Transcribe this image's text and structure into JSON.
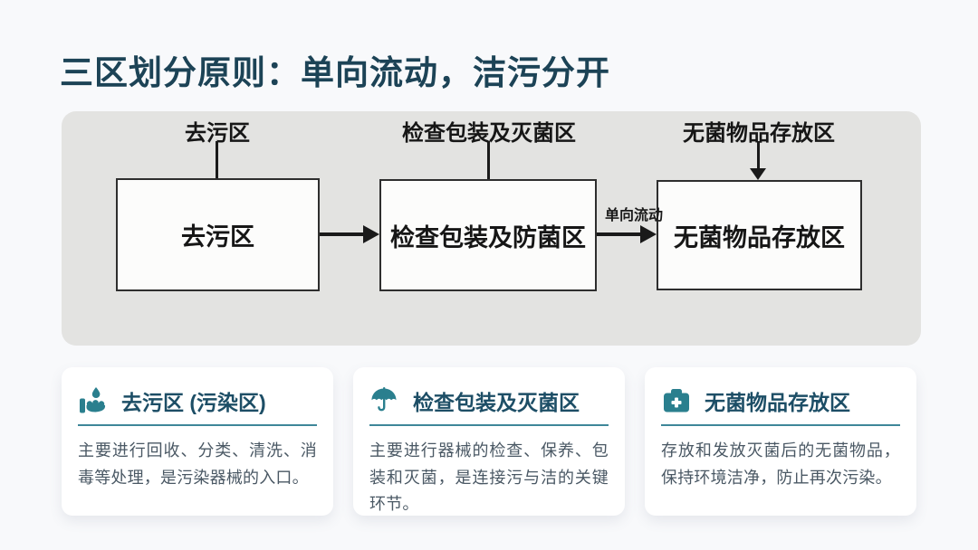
{
  "title": "三区划分原则：单向流动，洁污分开",
  "diagram": {
    "zones": [
      {
        "label": "去污区",
        "box": "去污区"
      },
      {
        "label": "检查包装及灭菌区",
        "box": "检查包装及防菌区"
      },
      {
        "label": "无菌物品存放区",
        "box": "无菌物品存放区"
      }
    ],
    "flow_label": "单向流动"
  },
  "cards": [
    {
      "icon": "handwash-icon",
      "title": "去污区 (污染区)",
      "body": "主要进行回收、分类、清洗、消毒等处理，是污染器械的入口。"
    },
    {
      "icon": "umbrella-icon",
      "title": "检查包装及灭菌区",
      "body": "主要进行器械的检查、保养、包装和灭菌，是连接污与洁的关键环节。"
    },
    {
      "icon": "firstaid-icon",
      "title": "无菌物品存放区",
      "body": "存放和发放灭菌后的无菌物品，保持环境洁净，防止再次污染。"
    }
  ],
  "colors": {
    "page_bg": "#f8f9fb",
    "title_text": "#1c4356",
    "panel_bg": "#e3e3e1",
    "diagram_ink": "#1a1a1a",
    "accent_teal": "#2a7f8e",
    "card_title": "#1d4e66",
    "divider": "#3e8799",
    "body_text": "#4a5864"
  }
}
